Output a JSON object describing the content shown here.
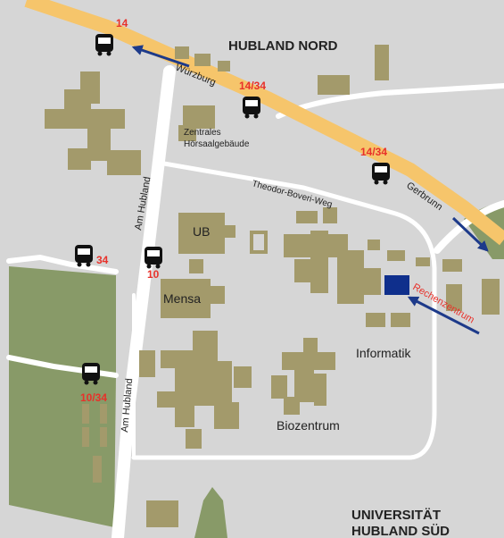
{
  "map": {
    "area_labels": {
      "north": "HUBLAND NORD",
      "south_line1": "UNIVERSITÄT",
      "south_line2": "HUBLAND SÜD"
    },
    "street_labels": {
      "wuerzburg": "Würzburg",
      "gerbrunn": "Gerbrunn",
      "am_hubland_north": "Am Hubland",
      "am_hubland_south": "Am Hubland",
      "theodor_boveri": "Theodor-Boveri-Weg"
    },
    "building_labels": {
      "zentrales_line1": "Zentrales",
      "zentrales_line2": "Hörsaalgebäude",
      "ub": "UB",
      "mensa": "Mensa",
      "informatik": "Informatik",
      "biozentrum": "Biozentrum",
      "rechenzentrum": "Rechenzentrum"
    },
    "bus_stops": [
      {
        "label": "14"
      },
      {
        "label": "14/34"
      },
      {
        "label": "14/34"
      },
      {
        "label": "34"
      },
      {
        "label": "10"
      },
      {
        "label": "10/34"
      }
    ],
    "colors": {
      "background": "#d6d6d6",
      "building": "#a39a6b",
      "green": "#889a68",
      "main_road": "#f6c56b",
      "road": "#ffffff",
      "highlight": "#0f2f8c",
      "arrow": "#1d3a8a",
      "bus_label": "#e8312a"
    },
    "icons": {
      "bus": "bus-icon",
      "direction_arrow": "arrow-icon"
    }
  }
}
